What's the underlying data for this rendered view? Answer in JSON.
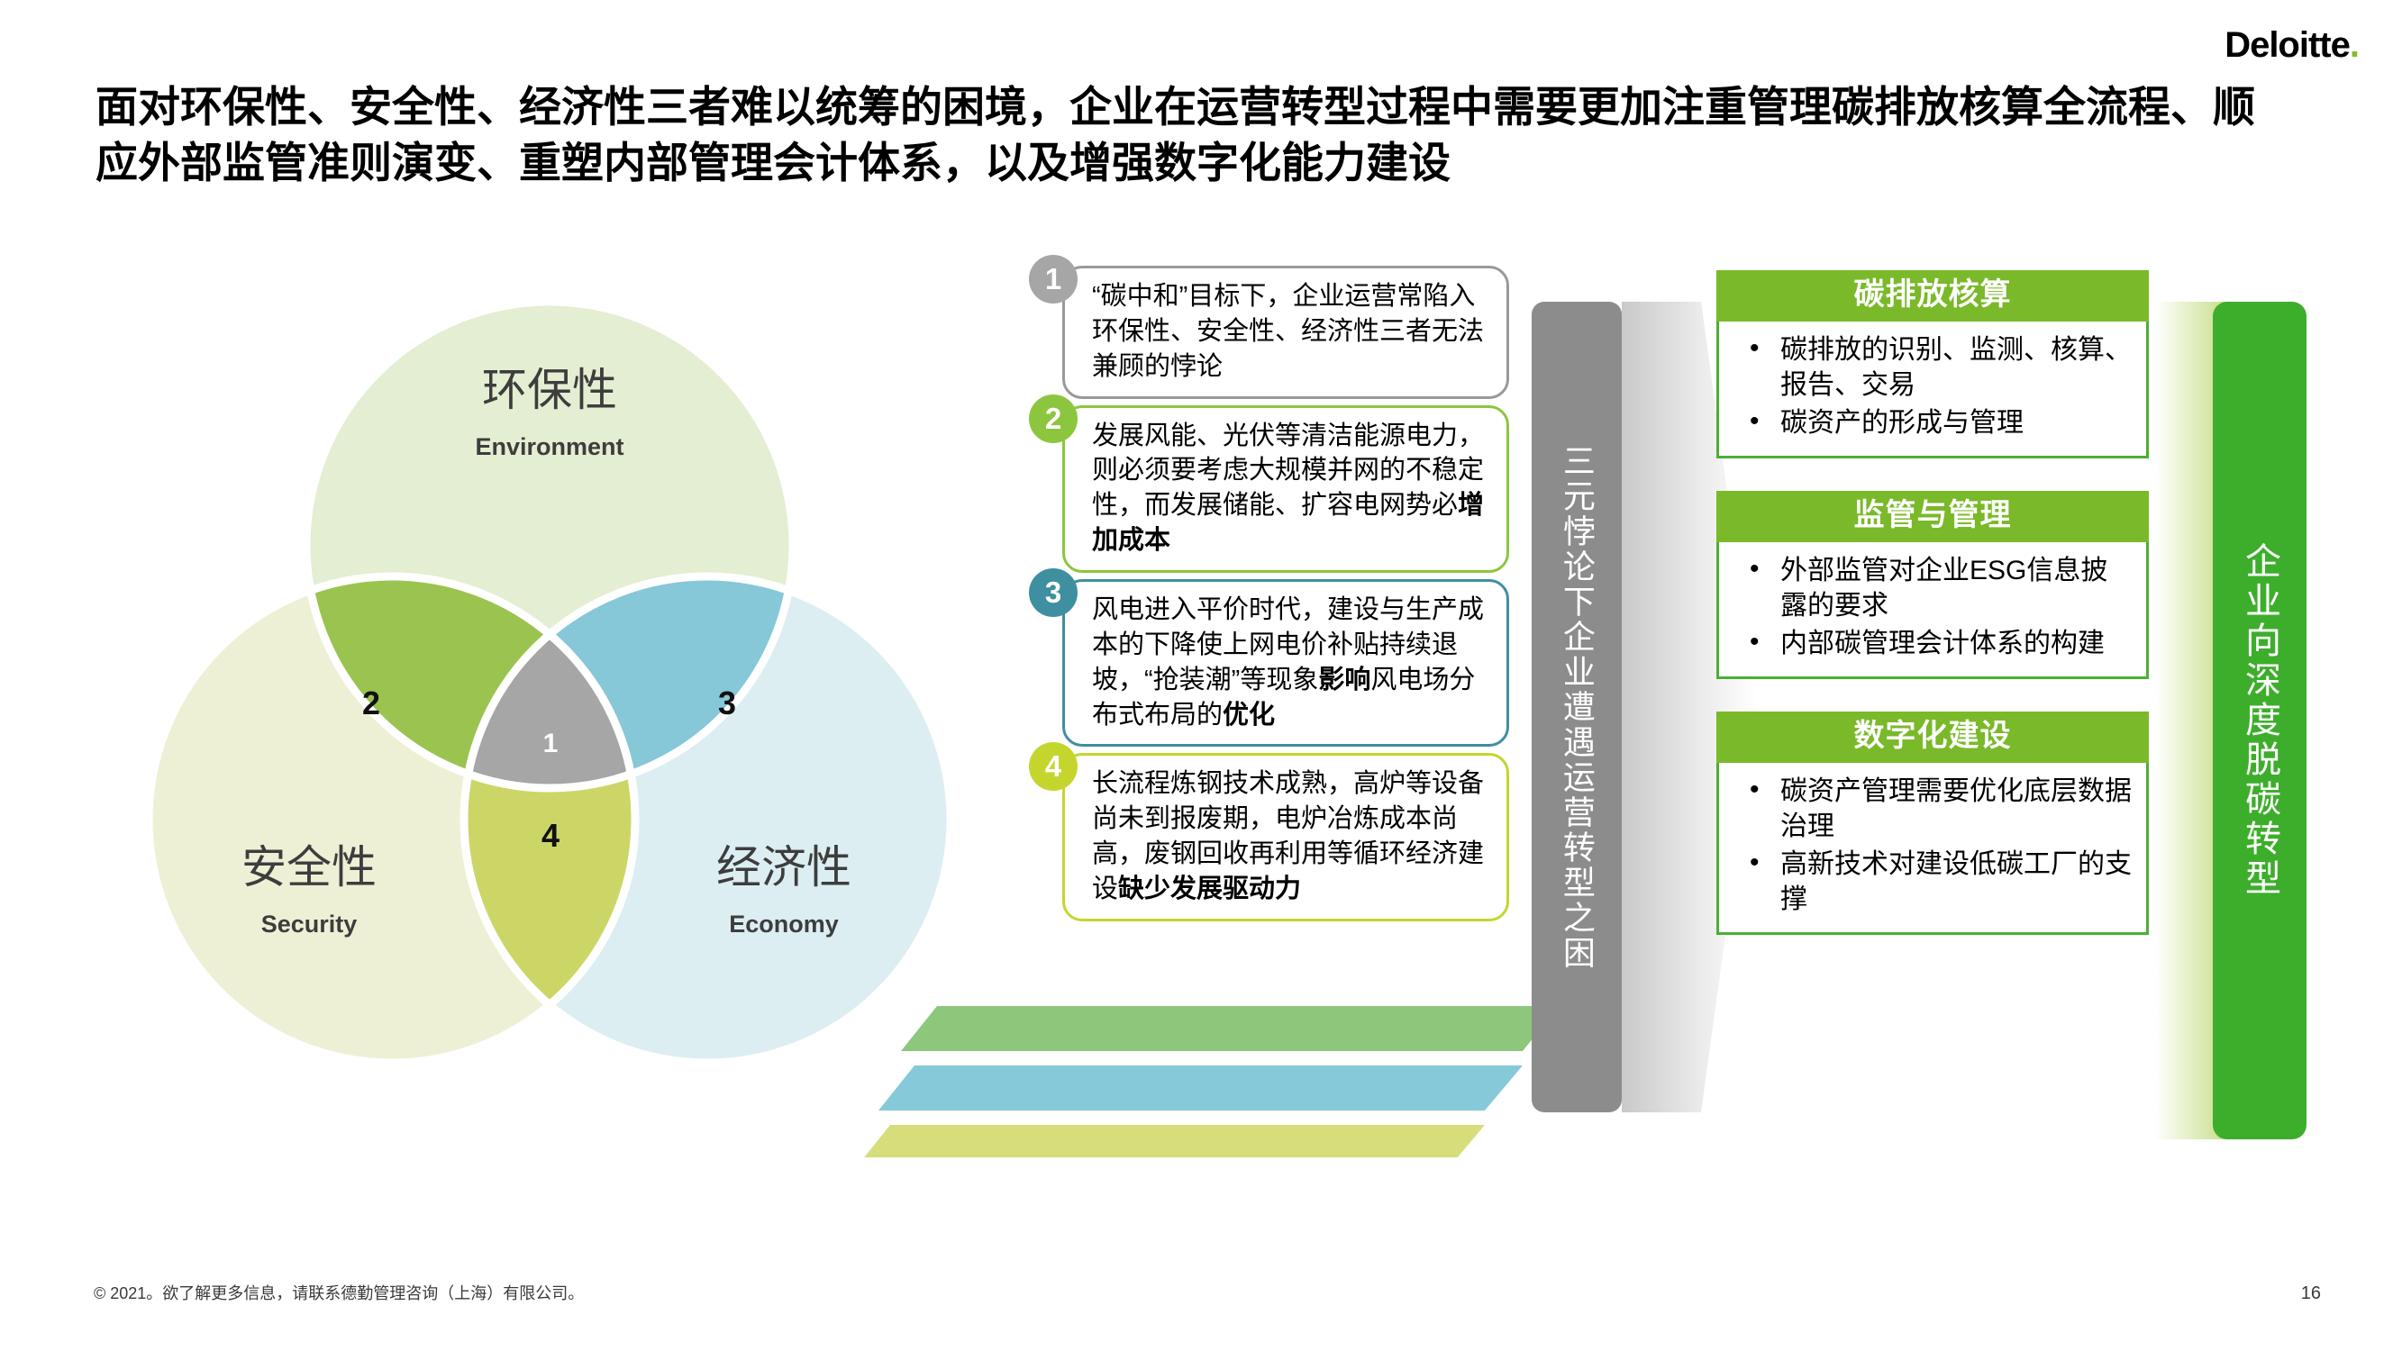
{
  "brand": {
    "logo_text": "Deloitte",
    "logo_dot": ".",
    "accent_green": "#86bc25",
    "panel_header_green": "#7ab929",
    "panel_border_green": "#4caf32",
    "arrow_green": "#3dae2b",
    "arrow_gray": "#8c8c8c"
  },
  "title": "面对环保性、安全性、经济性三者难以统筹的困境，企业在运营转型过程中需要更加注重管理碳排放核算全流程、顺应外部监管准则演变、重塑内部管理会计体系，以及增强数字化能力建设",
  "venn": {
    "circles": [
      {
        "id": "environment",
        "cn": "环保性",
        "en": "Environment",
        "fill": "#e4eed2"
      },
      {
        "id": "security",
        "cn": "安全性",
        "en": "Security",
        "fill": "#eef0d6"
      },
      {
        "id": "economy",
        "cn": "经济性",
        "en": "Economy",
        "fill": "#dceef2"
      }
    ],
    "overlaps": [
      {
        "id": "center-all",
        "label": "1",
        "fill": "#a6a6a6",
        "text_color": "#ffffff"
      },
      {
        "id": "env-sec",
        "label": "2",
        "fill": "#9ac44f",
        "text_color": "#111111"
      },
      {
        "id": "env-eco",
        "label": "3",
        "fill": "#86c7d8",
        "text_color": "#111111"
      },
      {
        "id": "sec-eco",
        "label": "4",
        "fill": "#ccd667",
        "text_color": "#111111"
      }
    ]
  },
  "callouts": [
    {
      "num": "1",
      "badge_color": "#a6a6a6",
      "border_color": "#999999",
      "text_html": "“碳中和”目标下，企业运营常陷入环保性、安全性、经济性三者无法兼顾的悖论",
      "text_plain": "“碳中和”目标下，企业运营常陷入环保性、安全性、经济性三者无法兼顾的悖论"
    },
    {
      "num": "2",
      "badge_color": "#8cc63e",
      "border_color": "#8cc63e",
      "text_html": "发展风能、光伏等清洁能源电力，则必须要考虑大规模并网的不稳定性，而发展储能、扩容电网势必<b>增加成本</b>",
      "text_plain": "发展风能、光伏等清洁能源电力，则必须要考虑大规模并网的不稳定性，而发展储能、扩容电网势必增加成本"
    },
    {
      "num": "3",
      "badge_color": "#3e8fa0",
      "border_color": "#3e8fa0",
      "text_html": "风电进入平价时代，建设与生产成本的下降使上网电价补贴持续退坡，“抢装潮”等现象<b>影响</b>风电场分布式布局的<b>优化</b>",
      "text_plain": "风电进入平价时代，建设与生产成本的下降使上网电价补贴持续退坡，“抢装潮”等现象影响风电场分布式布局的优化"
    },
    {
      "num": "4",
      "badge_color": "#c4d62e",
      "border_color": "#c4d62e",
      "text_html": "长流程炼钢技术成熟，高炉等设备尚未到报废期，电炉冶炼成本尚高，废钢回收再利用等循环经济建设<b>缺少发展驱动力</b>",
      "text_plain": "长流程炼钢技术成熟，高炉等设备尚未到报废期，电炉冶炼成本尚高，废钢回收再利用等循环经济建设缺少发展驱动力"
    }
  ],
  "gray_arrow": {
    "label": "三元悖论下企业遭遇运营转型之困"
  },
  "panels": [
    {
      "id": "carbon-accounting",
      "header": "碳排放核算",
      "items": [
        "碳排放的识别、监测、核算、报告、交易",
        "碳资产的形成与管理"
      ]
    },
    {
      "id": "regulation-management",
      "header": "监管与管理",
      "items": [
        "外部监管对企业ESG信息披露的要求",
        "内部碳管理会计体系的构建"
      ]
    },
    {
      "id": "digitalization",
      "header": "数字化建设",
      "items": [
        "碳资产管理需要优化底层数据治理",
        "高新技术对建设低碳工厂的支撑"
      ]
    }
  ],
  "green_arrow": {
    "label": "企业向深度脱碳转型"
  },
  "bands": [
    {
      "id": "band-green",
      "color": "#8cc77b"
    },
    {
      "id": "band-teal",
      "color": "#86c9d8"
    },
    {
      "id": "band-yellowgreen",
      "color": "#d6dd7a"
    }
  ],
  "footer": {
    "copyright": "© 2021。欲了解更多信息，请联系德勤管理咨询（上海）有限公司。",
    "page_number": "16"
  }
}
